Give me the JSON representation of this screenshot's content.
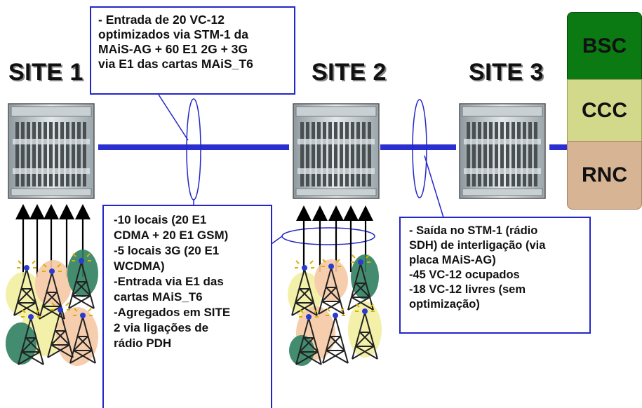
{
  "sites": {
    "site1": "SITE 1",
    "site2": "SITE 2",
    "site3": "SITE 3"
  },
  "notes": {
    "top": "- Entrada de 20 VC-12\noptimizados via STM-1 da\nMAiS-AG + 60 E1 2G + 3G\nvia E1 das cartas MAiS_T6",
    "bottom_left": "-10 locais (20 E1\nCDMA + 20 E1 GSM)\n-5 locais 3G (20 E1\nWCDMA)\n-Entrada via E1 das\ncartas MAiS_T6\n-Agregados em SITE\n2 via ligações de\nrádio PDH",
    "bottom_right": "- Saída no STM-1 (rádio\nSDH) de interligação (via\nplaca MAiS-AG)\n-45 VC-12 ocupados\n-18 VC-12 livres (sem\noptimização)"
  },
  "core": {
    "bsc": "BSC",
    "ccc": "CCC",
    "rnc": "RNC"
  },
  "colors": {
    "link": "#2b2fd0",
    "bsc": "#0b7a12",
    "ccc": "#d2d98a",
    "rnc": "#d6b494"
  }
}
